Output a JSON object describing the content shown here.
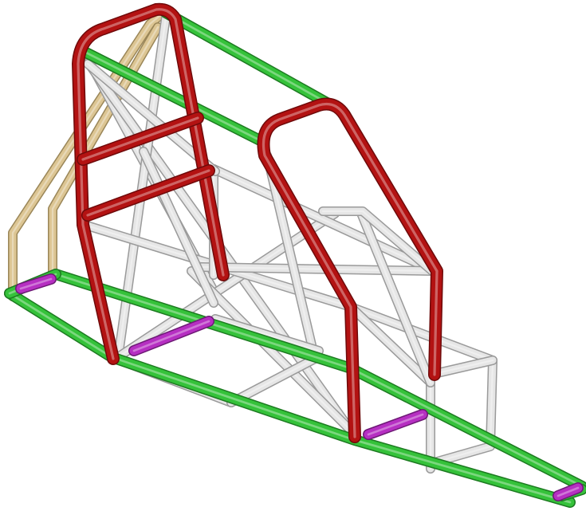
{
  "image": {
    "subject": "frame-members",
    "legend": [],
    "colors": {
      "background": "#ffffff",
      "red_tube": "#b31212",
      "red_edge": "#6e0a0a",
      "green_tube": "#35c23a",
      "green_edge": "#1d7a21",
      "white_tube": "#e6e6e6",
      "white_edge": "#9a9a9a",
      "tan_tube": "#dcc593",
      "tan_edge": "#9a8658",
      "magenta_tube": "#b62fc2",
      "magenta_edge": "#6d1a75"
    },
    "member_groups": [
      "main-hoop-rails",
      "lower-frame-rails",
      "bracing",
      "rear-struts",
      "cross-members"
    ]
  }
}
